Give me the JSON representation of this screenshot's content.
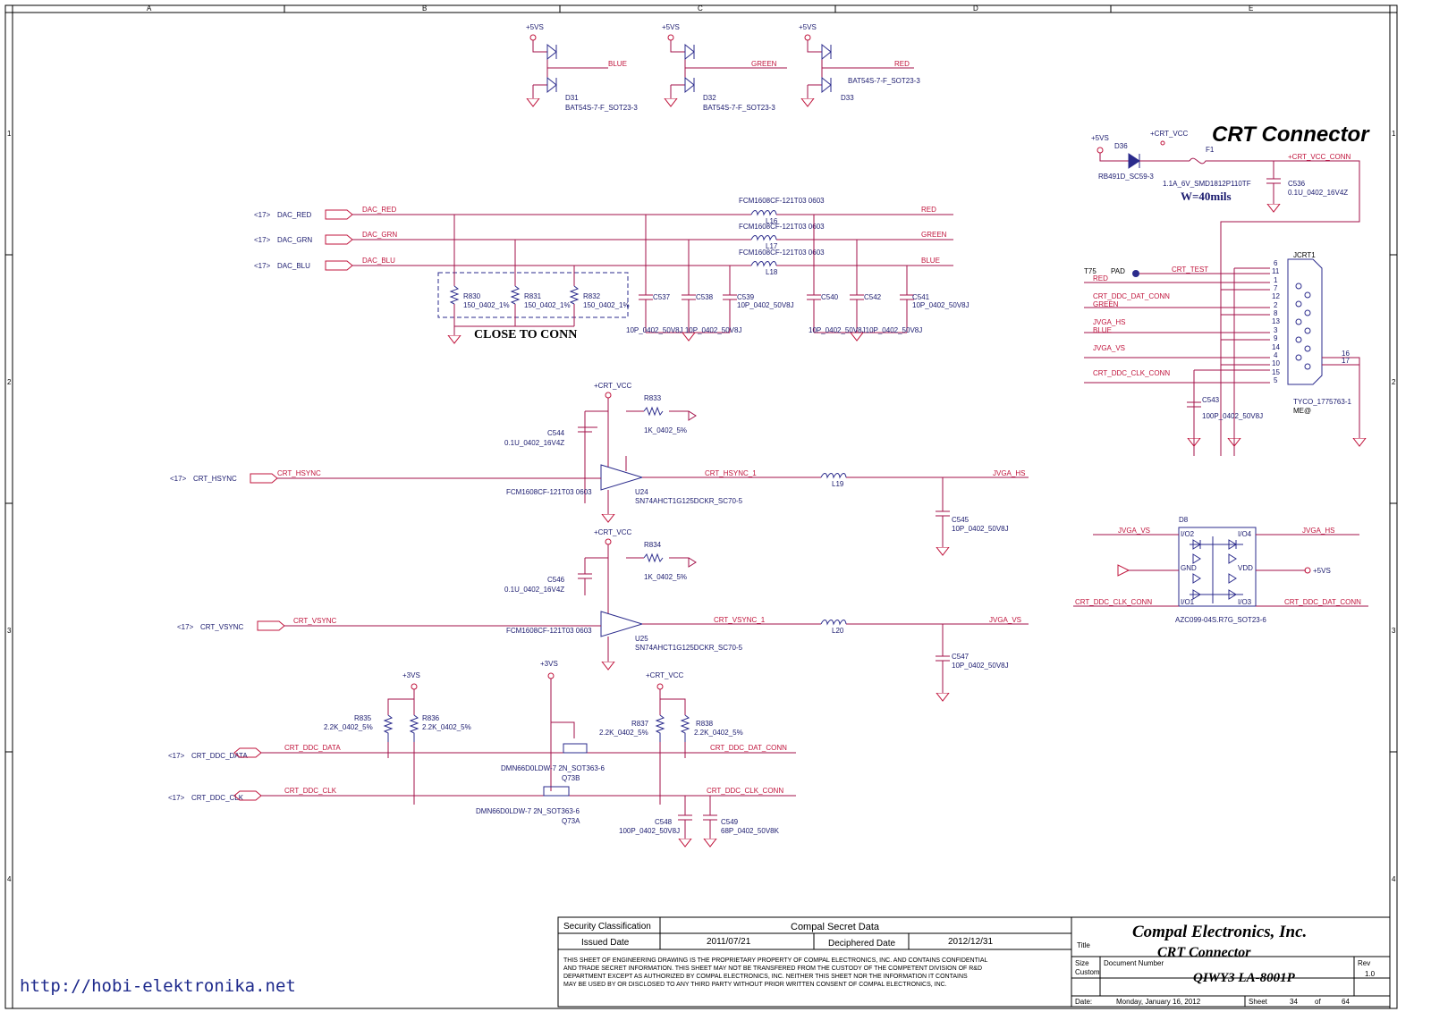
{
  "sheet": {
    "title": "CRT Connector",
    "grid_columns": [
      "A",
      "B",
      "C",
      "D",
      "E"
    ],
    "grid_rows": [
      "1",
      "2",
      "3",
      "4"
    ],
    "note_close_to_conn": "CLOSE TO CONN",
    "note_width": "W=40mils"
  },
  "nets": {
    "p5vs": "+5VS",
    "p3vs": "+3VS",
    "crt_vcc": "+CRT_VCC",
    "crt_vcc_conn": "+CRT_VCC_CONN",
    "blue": "BLUE",
    "green": "GREEN",
    "red": "RED",
    "dac_red": "DAC_RED",
    "dac_grn": "DAC_GRN",
    "dac_blu": "DAC_BLU",
    "crt_hsync": "CRT_HSYNC",
    "crt_vsync": "CRT_VSYNC",
    "crt_hsync_1": "CRT_HSYNC_1",
    "crt_vsync_1": "CRT_VSYNC_1",
    "jvga_hs": "JVGA_HS",
    "jvga_vs": "JVGA_VS",
    "crt_ddc_data": "CRT_DDC_DATA",
    "crt_ddc_clk": "CRT_DDC_CLK",
    "crt_ddc_dat_conn": "CRT_DDC_DAT_CONN",
    "crt_ddc_clk_conn": "CRT_DDC_CLK_CONN",
    "crt_test": "CRT_TEST",
    "t75": "T75",
    "pad": "PAD",
    "ref17": "<17>"
  },
  "inputs": [
    {
      "ref": "<17>",
      "net": "DAC_RED"
    },
    {
      "ref": "<17>",
      "net": "DAC_GRN"
    },
    {
      "ref": "<17>",
      "net": "DAC_BLU"
    },
    {
      "ref": "<17>",
      "net": "CRT_HSYNC"
    },
    {
      "ref": "<17>",
      "net": "CRT_VSYNC"
    },
    {
      "ref": "<17>",
      "net": "CRT_DDC_DATA"
    },
    {
      "ref": "<17>",
      "net": "CRT_DDC_CLK"
    }
  ],
  "parts": {
    "d31": {
      "ref": "D31",
      "value": "BAT54S-7-F_SOT23-3"
    },
    "d32": {
      "ref": "D32",
      "value": "BAT54S-7-F_SOT23-3"
    },
    "d33": {
      "ref": "D33",
      "value": "BAT54S-7-F_SOT23-3"
    },
    "d36": {
      "ref": "D36",
      "value": "RB491D_SC59-3"
    },
    "f1": {
      "ref": "F1",
      "value": "1.1A_6V_SMD1812P110TF"
    },
    "c536": {
      "ref": "C536",
      "value": "0.1U_0402_16V4Z"
    },
    "l16": {
      "ref": "L16",
      "value": "FCM1608CF-121T03 0603"
    },
    "l17": {
      "ref": "L17",
      "value": "FCM1608CF-121T03 0603"
    },
    "l18": {
      "ref": "L18",
      "value": "FCM1608CF-121T03 0603"
    },
    "r830": {
      "ref": "R830",
      "value": "150_0402_1%"
    },
    "r831": {
      "ref": "R831",
      "value": "150_0402_1%"
    },
    "r832": {
      "ref": "R832",
      "value": "150_0402_1%"
    },
    "c537": {
      "ref": "C537"
    },
    "c538": {
      "ref": "C538"
    },
    "c539": {
      "ref": "C539",
      "value": "10P_0402_50V8J"
    },
    "c540": {
      "ref": "C540"
    },
    "c542": {
      "ref": "C542"
    },
    "c541": {
      "ref": "C541",
      "value": "10P_0402_50V8J"
    },
    "cap_pair_left": "10P_0402_50V8J  10P_0402_50V8J",
    "cap_pair_right": "10P_0402_50V8J10P_0402_50V8J",
    "jcrt1": {
      "ref": "JCRT1",
      "value": "TYCO_1775763-1",
      "extra": "ME@"
    },
    "c543": {
      "ref": "C543",
      "value": "100P_0402_50V8J"
    },
    "c544": {
      "ref": "C544",
      "value": "0.1U_0402_16V4Z"
    },
    "r833": {
      "ref": "R833",
      "value": "1K_0402_5%"
    },
    "u24": {
      "ref": "U24",
      "value": "SN74AHCT1G125DCKR_SC70-5",
      "aux": "FCM1608CF-121T03 0603"
    },
    "l19": {
      "ref": "L19"
    },
    "c545": {
      "ref": "C545",
      "value": "10P_0402_50V8J"
    },
    "c546": {
      "ref": "C546",
      "value": "0.1U_0402_16V4Z"
    },
    "r834": {
      "ref": "R834",
      "value": "1K_0402_5%"
    },
    "u25": {
      "ref": "U25",
      "value": "SN74AHCT1G125DCKR_SC70-5",
      "aux": "FCM1608CF-121T03 0603"
    },
    "l20": {
      "ref": "L20"
    },
    "c547": {
      "ref": "C547",
      "value": "10P_0402_50V8J"
    },
    "d8": {
      "ref": "D8",
      "value": "AZC099-04S.R7G_SOT23-6"
    },
    "r835": {
      "ref": "R835",
      "value": "2.2K_0402_5%"
    },
    "r836": {
      "ref": "R836",
      "value": "2.2K_0402_5%"
    },
    "r837": {
      "ref": "R837",
      "value": "2.2K_0402_5%"
    },
    "r838": {
      "ref": "R838",
      "value": "2.2K_0402_5%"
    },
    "q73b": {
      "ref": "Q73B",
      "value": "DMN66D0LDW-7 2N_SOT363-6"
    },
    "q73a": {
      "ref": "Q73A",
      "value": "DMN66D0LDW-7 2N_SOT363-6"
    },
    "c548": {
      "ref": "C548",
      "value": "100P_0402_50V8J"
    },
    "c549": {
      "ref": "C549",
      "value": "68P_0402_50V8K"
    }
  },
  "connector_pins": [
    "6",
    "11",
    "1",
    "7",
    "12",
    "2",
    "8",
    "13",
    "3",
    "9",
    "14",
    "4",
    "10",
    "15",
    "5"
  ],
  "connector_nets": [
    "CRT_TEST",
    "RED",
    "CRT_DDC_DAT_CONN",
    "GREEN",
    "BLUE",
    "JVGA_HS",
    "JVGA_VS",
    "CRT_DDC_CLK_CONN"
  ],
  "d8_pins": {
    "io2": "I/O2",
    "io4": "I/O4",
    "gnd": "GND",
    "vdd": "VDD",
    "io1": "I/O1",
    "io3": "I/O3"
  },
  "titleblock": {
    "security_label": "Security Classification",
    "security_value": "Compal Secret Data",
    "issued_label": "Issued Date",
    "issued_value": "2011/07/21",
    "deciphered_label": "Deciphered Date",
    "deciphered_value": "2012/12/31",
    "notice": [
      "THIS SHEET OF ENGINEERING DRAWING IS THE PROPRIETARY PROPERTY OF COMPAL ELECTRONICS, INC. AND CONTAINS CONFIDENTIAL",
      "AND TRADE SECRET INFORMATION. THIS SHEET MAY NOT BE TRANSFERED FROM THE CUSTODY OF THE COMPETENT DIVISION OF R&D",
      "DEPARTMENT EXCEPT AS AUTHORIZED BY COMPAL ELECTRONICS, INC. NEITHER THIS SHEET NOR THE INFORMATION IT CONTAINS",
      "MAY BE USED BY OR DISCLOSED TO ANY THIRD PARTY WITHOUT PRIOR WRITTEN CONSENT OF COMPAL ELECTRONICS, INC."
    ],
    "company": "Compal Electronics, Inc.",
    "title_label": "Title",
    "title_value": "CRT Connector",
    "size_label": "Size",
    "size_value": "Custom",
    "docnum_label": "Document Number",
    "docnum_value": "QIWY3 LA-8001P",
    "rev_label": "Rev",
    "rev_value": "1.0",
    "date_label": "Date:",
    "date_value": "Monday, January 16, 2012",
    "sheet_label": "Sheet",
    "sheet_value": "34",
    "of_label": "of",
    "of_value": "64"
  },
  "watermark": "http://hobi-elektronika.net"
}
